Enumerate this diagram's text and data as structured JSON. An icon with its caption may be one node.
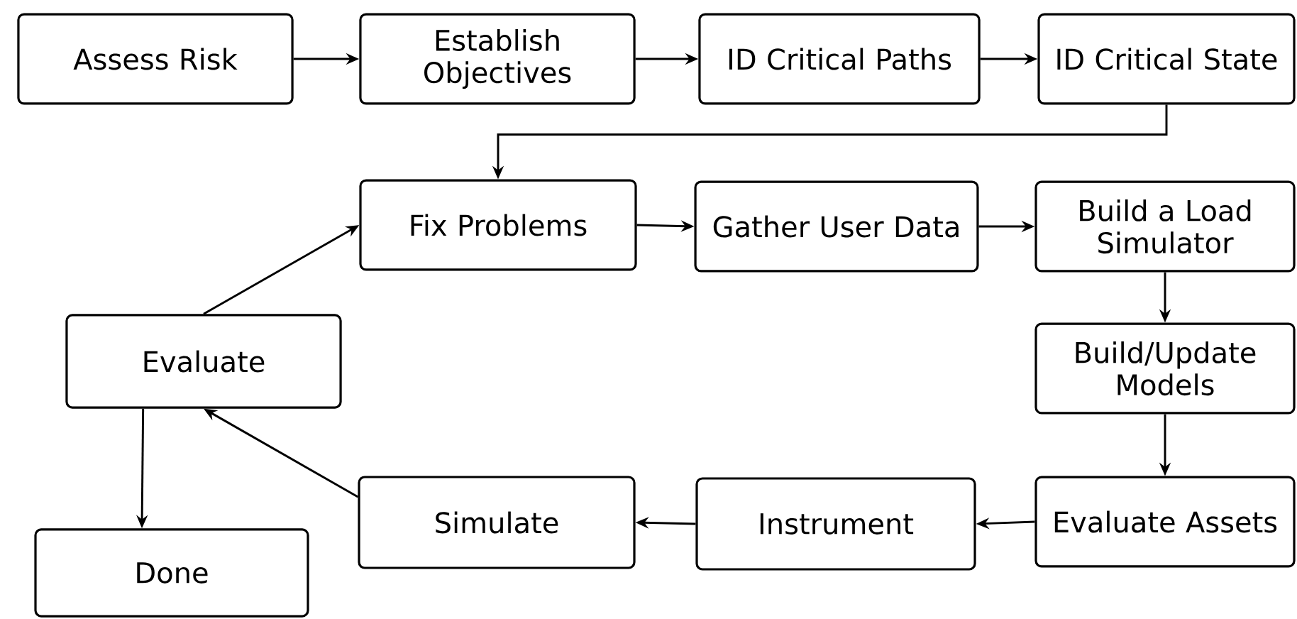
{
  "diagram": {
    "nodes": [
      {
        "text": [
          "Assess Risk"
        ]
      },
      {
        "text": [
          "Establish Objectives"
        ]
      },
      {
        "text": [
          "ID Critical Paths"
        ]
      },
      {
        "text": [
          "ID Critical State"
        ]
      },
      {
        "text": [
          "Fix Problems"
        ]
      },
      {
        "text": [
          "Gather User Data"
        ]
      },
      {
        "text": [
          "Build a Load Simulator"
        ]
      },
      {
        "text": [
          "Build/Update Models"
        ]
      },
      {
        "text": [
          "Evaluate"
        ]
      },
      {
        "text": [
          "Evaluate Assets"
        ]
      },
      {
        "text": [
          "Instrument"
        ]
      },
      {
        "text": [
          "Simulate"
        ]
      },
      {
        "text": [
          "Done"
        ]
      }
    ],
    "edges": [
      {
        "from": 0,
        "to": 1,
        "arrow": "to"
      },
      {
        "from": 1,
        "to": 2,
        "arrow": "to"
      },
      {
        "from": 2,
        "to": 3,
        "arrow": "to"
      },
      {
        "from": 3,
        "to": 4,
        "arrow": "to"
      },
      {
        "from": 4,
        "to": 5,
        "arrow": "to"
      },
      {
        "from": 5,
        "to": 6,
        "arrow": "to"
      },
      {
        "from": 6,
        "to": 7,
        "arrow": "to"
      },
      {
        "from": 7,
        "to": 9,
        "arrow": "to"
      },
      {
        "from": 9,
        "to": 10,
        "arrow": "to"
      },
      {
        "from": 10,
        "to": 11,
        "arrow": "to"
      },
      {
        "from": 11,
        "to": 8,
        "arrow": "to"
      },
      {
        "from": 8,
        "to": 12,
        "arrow": "to"
      },
      {
        "from": 8,
        "to": 4,
        "arrow": "to"
      }
    ]
  }
}
